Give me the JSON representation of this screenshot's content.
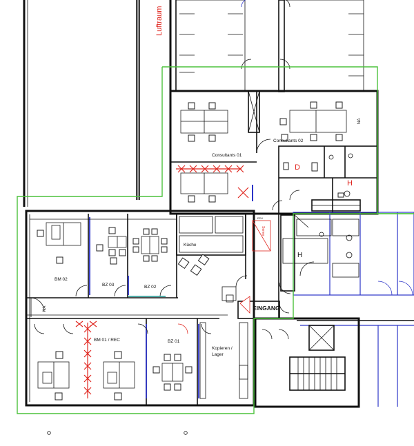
{
  "rooms": {
    "luftraum": "Luftraum",
    "consultants_01": "Consultants 01",
    "consultants_02": "Consultants 02",
    "kueche": "Küche",
    "bm_02": "BM 02",
    "bz_03": "BZ 03",
    "bz_02": "BZ 02",
    "bm_01_rec": "BM 01 / REC",
    "bz_01": "BZ 01",
    "kopieren_lager_1": "Kopieren /",
    "kopieren_lager_2": "Lager",
    "eingang": "EINGANG",
    "edv": "EDV",
    "server": "Server"
  },
  "marks": {
    "wc_h_1": "H",
    "wc_d": "D",
    "wc_h_2": "H",
    "na_1": "NA",
    "na_2": "NA"
  },
  "colors": {
    "outline_green": "#4cc23c",
    "neighbor_blue": "#2c34c8",
    "fire_red": "#e0261f",
    "wall": "#111111"
  }
}
